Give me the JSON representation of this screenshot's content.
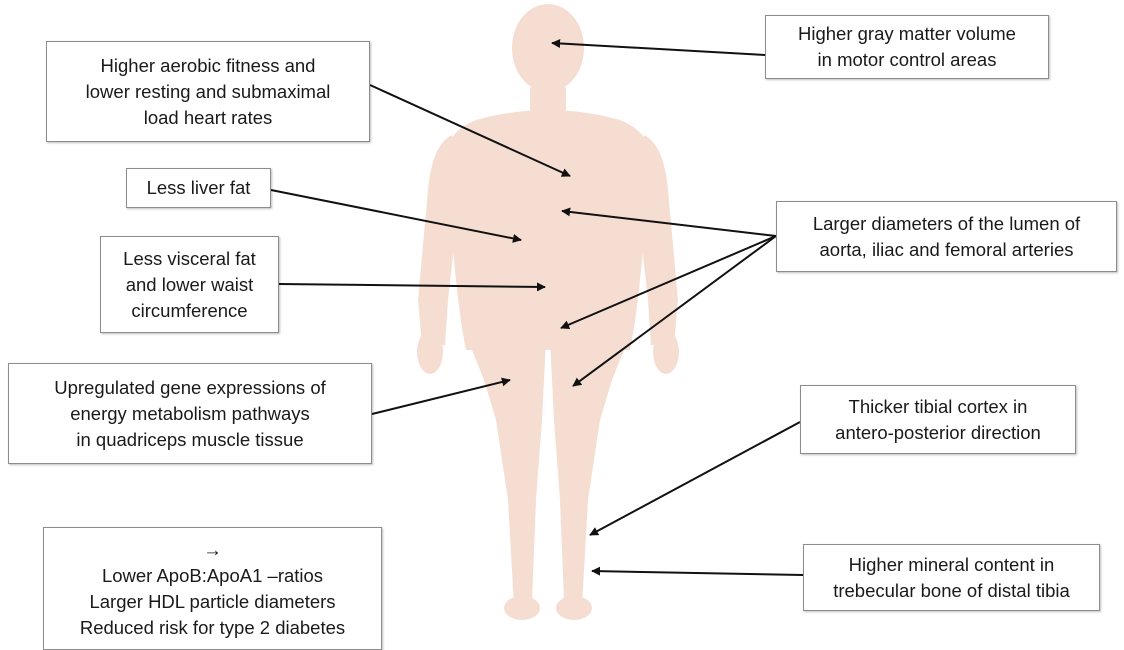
{
  "colors": {
    "body_silhouette": "#f6ddd2",
    "arrow": "#111111",
    "box_border": "#8c8c8c"
  },
  "boxes": {
    "gray_matter": {
      "lines": [
        "Higher gray matter volume",
        "in motor control areas"
      ]
    },
    "aerobic": {
      "lines": [
        "Higher aerobic fitness and",
        "lower resting and submaximal",
        "load heart rates"
      ]
    },
    "liver": {
      "lines": [
        "Less liver fat"
      ]
    },
    "visceral": {
      "lines": [
        "Less visceral fat",
        "and lower waist",
        "circumference"
      ]
    },
    "gene": {
      "lines": [
        "Upregulated gene expressions of",
        "energy metabolism pathways",
        "in quadriceps muscle tissue"
      ]
    },
    "arteries": {
      "lines": [
        "Larger diameters of the lumen of",
        "aorta, iliac and femoral arteries"
      ]
    },
    "tibial_cortex": {
      "lines": [
        "Thicker tibial cortex in",
        "antero-posterior direction"
      ]
    },
    "mineral": {
      "lines": [
        "Higher mineral content in",
        "trebecular bone of distal tibia"
      ]
    },
    "blood": {
      "lines": [
        "→",
        "Lower ApoB:ApoA1 –ratios",
        "Larger HDL particle diameters",
        "Reduced risk for type 2 diabetes"
      ]
    }
  }
}
